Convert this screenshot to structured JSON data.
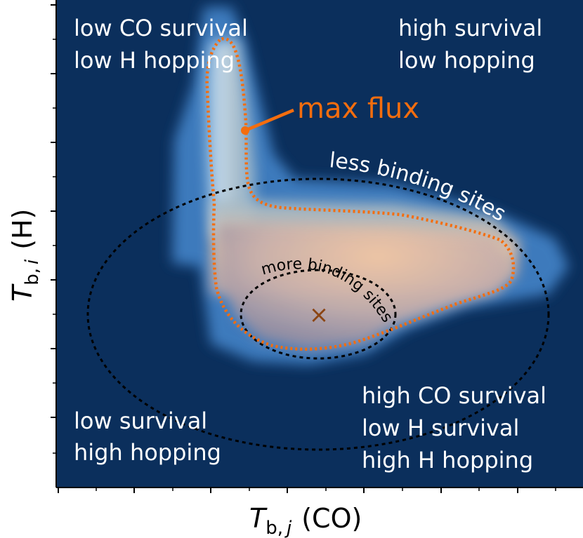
{
  "colors": {
    "background": "#0b2f5c",
    "band_mid": "#3f7fc2",
    "band_light": "#cfe1ee",
    "core": "#e9c5a6",
    "max_flux": "#f46d0e",
    "binding_ellipse": "#000000",
    "center_marker": "#8b4513"
  },
  "axes": {
    "xlabel_main": "T",
    "xlabel_sub": "b,",
    "xlabel_index": "j",
    "xlabel_unit": "(CO)",
    "ylabel_main": "T",
    "ylabel_sub": "b,",
    "ylabel_index": "i",
    "ylabel_unit": "(H)",
    "tick_labels_shown": false
  },
  "regions": {
    "top_left": [
      "low CO survival",
      "low H hopping"
    ],
    "top_right": [
      "high survival",
      "low hopping"
    ],
    "bottom_left": [
      "low survival",
      "high hopping"
    ],
    "bottom_right": [
      "high CO survival",
      "low H survival",
      "high H hopping"
    ]
  },
  "annotations": {
    "max_flux": "max flux",
    "less_binding_sites": "less binding sites",
    "more_binding_sites": "more binding sites"
  },
  "center_marker_symbol": "×"
}
